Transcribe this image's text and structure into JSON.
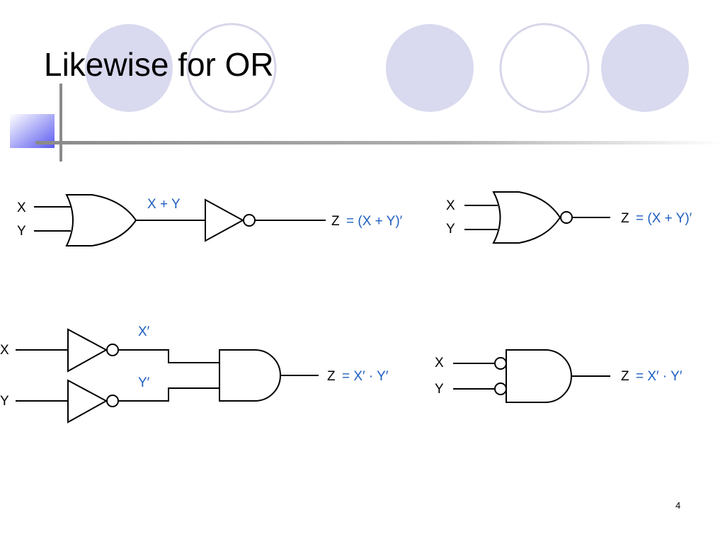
{
  "slide": {
    "title": "Likewise for OR",
    "page_number": "4"
  },
  "colors": {
    "circle_fill": "#d9d9ef",
    "circle_stroke": "#d9d9ef",
    "circle_outline_stroke": "#d6d6ea",
    "accent_square": "#6b6bf0",
    "rule_line": "#9a9a9a",
    "wire": "#000000",
    "expression_blue": "#1f5fbf"
  },
  "diagrams": {
    "or_then_not": {
      "input_x": "X",
      "input_y": "Y",
      "intermediate": "X + Y",
      "output_prefix": "Z",
      "output_expr": "= (X + Y)′"
    },
    "nor_gate": {
      "input_x": "X",
      "input_y": "Y",
      "output_prefix": "Z",
      "output_expr": "= (X + Y)′"
    },
    "inverters_then_and": {
      "input_x": "X",
      "input_y": "Y",
      "inverted_x": "X′",
      "inverted_y": "Y′",
      "output_prefix": "Z",
      "output_expr": "= X′ · Y′"
    },
    "bubbled_and": {
      "input_x": "X",
      "input_y": "Y",
      "output_prefix": "Z",
      "output_expr": "= X′ · Y′"
    }
  },
  "icons": {
    "decor_circles": "decorative-circle-icon",
    "accent_square": "gradient-square-icon"
  }
}
